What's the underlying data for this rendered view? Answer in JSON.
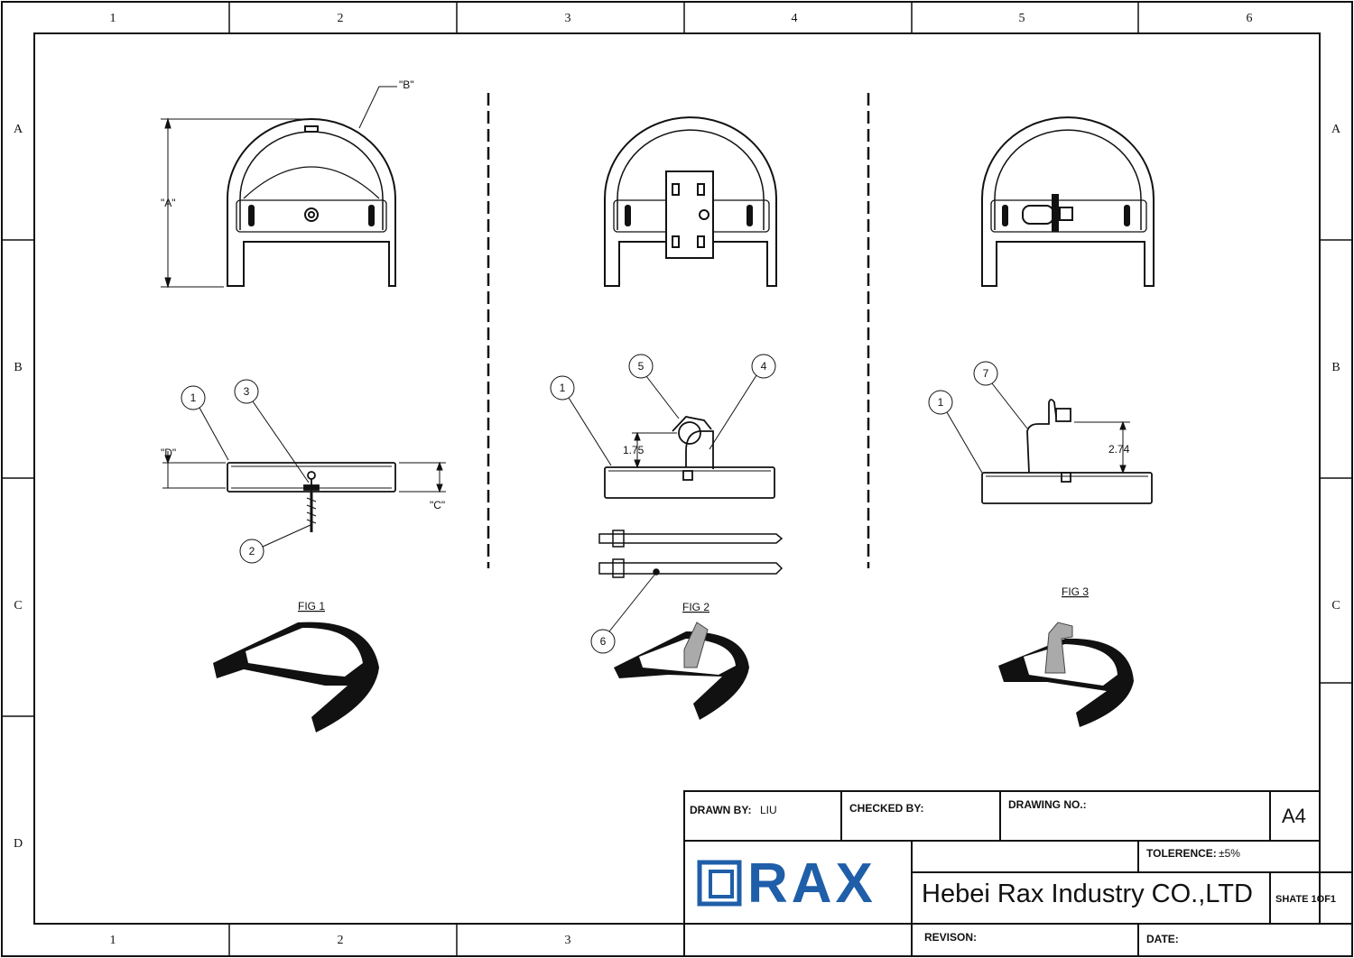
{
  "zone_columns": [
    "1",
    "2",
    "3",
    "4",
    "5",
    "6"
  ],
  "zone_rows": [
    "A",
    "B",
    "C",
    "D"
  ],
  "views": {
    "fig1": {
      "caption": "FIG 1",
      "dims": {
        "a": "\"A\"",
        "b": "\"B\"",
        "c": "\"C\"",
        "d": "\"D\""
      },
      "balloons": [
        "1",
        "3",
        "2"
      ]
    },
    "fig2": {
      "caption": "FIG 2",
      "dims": {
        "height": "1.75"
      },
      "balloons": [
        "1",
        "5",
        "4",
        "6"
      ]
    },
    "fig3": {
      "caption": "FIG 3",
      "dims": {
        "height": "2.74"
      },
      "balloons": [
        "1",
        "7"
      ]
    }
  },
  "title_block": {
    "drawn_by_label": "DRAWN BY:",
    "drawn_by_value": "LIU",
    "checked_by_label": "CHECKED BY:",
    "drawing_no_label": "DRAWING NO.:",
    "size": "A4",
    "tolerance_label": "TOLERENCE:",
    "tolerance_value": "±5%",
    "company": "Hebei Rax Industry CO.,LTD",
    "sheet": "SHATE 1OF1",
    "revision_label": "REVISON:",
    "date_label": "DATE:",
    "logo_text": "RAX"
  },
  "colors": {
    "ink": "#111111",
    "logo_blue": "#1f5ea8"
  }
}
